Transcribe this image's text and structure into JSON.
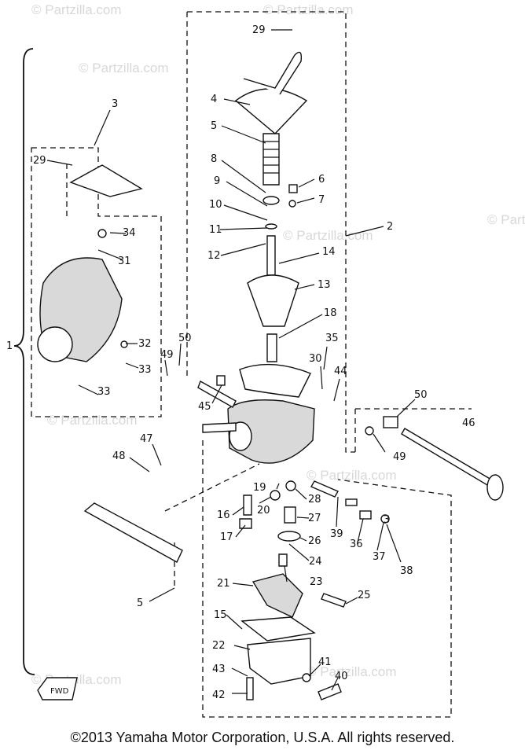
{
  "watermark": "© Partzilla.com",
  "copyright": "©2013 Yamaha Motor Corporation, U.S.A. All rights reserved.",
  "callouts": [
    "29",
    "4",
    "5",
    "8",
    "9",
    "6",
    "7",
    "10",
    "11",
    "12",
    "14",
    "13",
    "2",
    "18",
    "35",
    "30",
    "44",
    "3",
    "29",
    "33",
    "34",
    "31",
    "32",
    "33",
    "50",
    "49",
    "45",
    "1",
    "50",
    "46",
    "49",
    "47",
    "48",
    "19",
    "28",
    "16",
    "20",
    "27",
    "39",
    "36",
    "3",
    "17",
    "26",
    "37",
    "38",
    "24",
    "5",
    "23",
    "21",
    "25",
    "15",
    "22",
    "41",
    "40",
    "43",
    "42"
  ],
  "fwd_label": "FWD"
}
